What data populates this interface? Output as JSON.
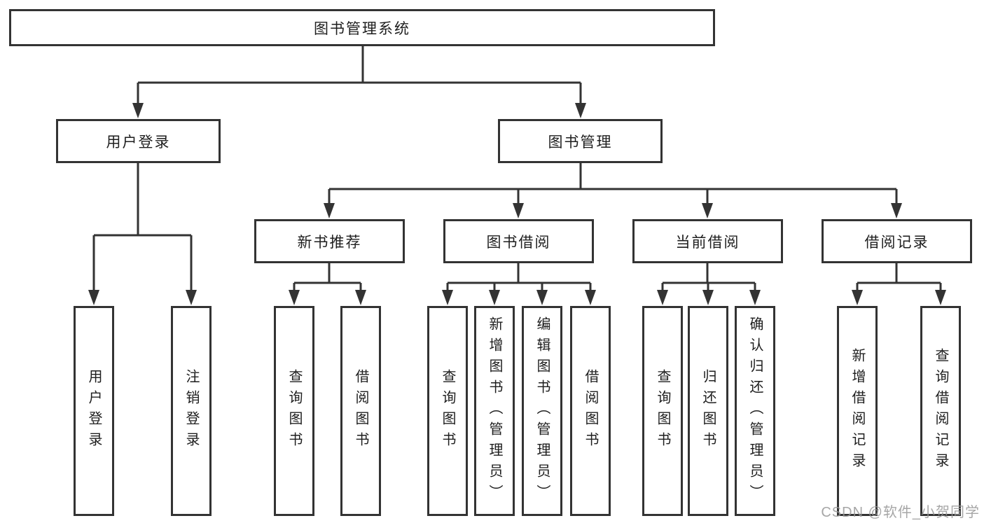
{
  "diagram": {
    "tree": {
      "label": "图书管理系统",
      "children": [
        {
          "label": "用户登录",
          "children": [
            {
              "label": "用户登录"
            },
            {
              "label": "注销登录"
            }
          ]
        },
        {
          "label": "图书管理",
          "children": [
            {
              "label": "新书推荐",
              "children": [
                {
                  "label": "查询图书"
                },
                {
                  "label": "借阅图书"
                }
              ]
            },
            {
              "label": "图书借阅",
              "children": [
                {
                  "label": "查询图书"
                },
                {
                  "label": "新增图书（管理员）"
                },
                {
                  "label": "编辑图书（管理员）"
                },
                {
                  "label": "借阅图书"
                }
              ]
            },
            {
              "label": "当前借阅",
              "children": [
                {
                  "label": "查询图书"
                },
                {
                  "label": "归还图书"
                },
                {
                  "label": "确认归还（管理员）"
                }
              ]
            },
            {
              "label": "借阅记录",
              "children": [
                {
                  "label": "新增借阅记录"
                },
                {
                  "label": "查询借阅记录"
                }
              ]
            }
          ]
        }
      ]
    },
    "colors": {
      "line": "#333333",
      "box_border": "#333333",
      "box_fill": "#ffffff",
      "text": "#1e1e1e",
      "watermark": "#969696",
      "background": "#ffffff"
    }
  },
  "watermark": {
    "text": "CSDN @软件_小贺同学"
  }
}
